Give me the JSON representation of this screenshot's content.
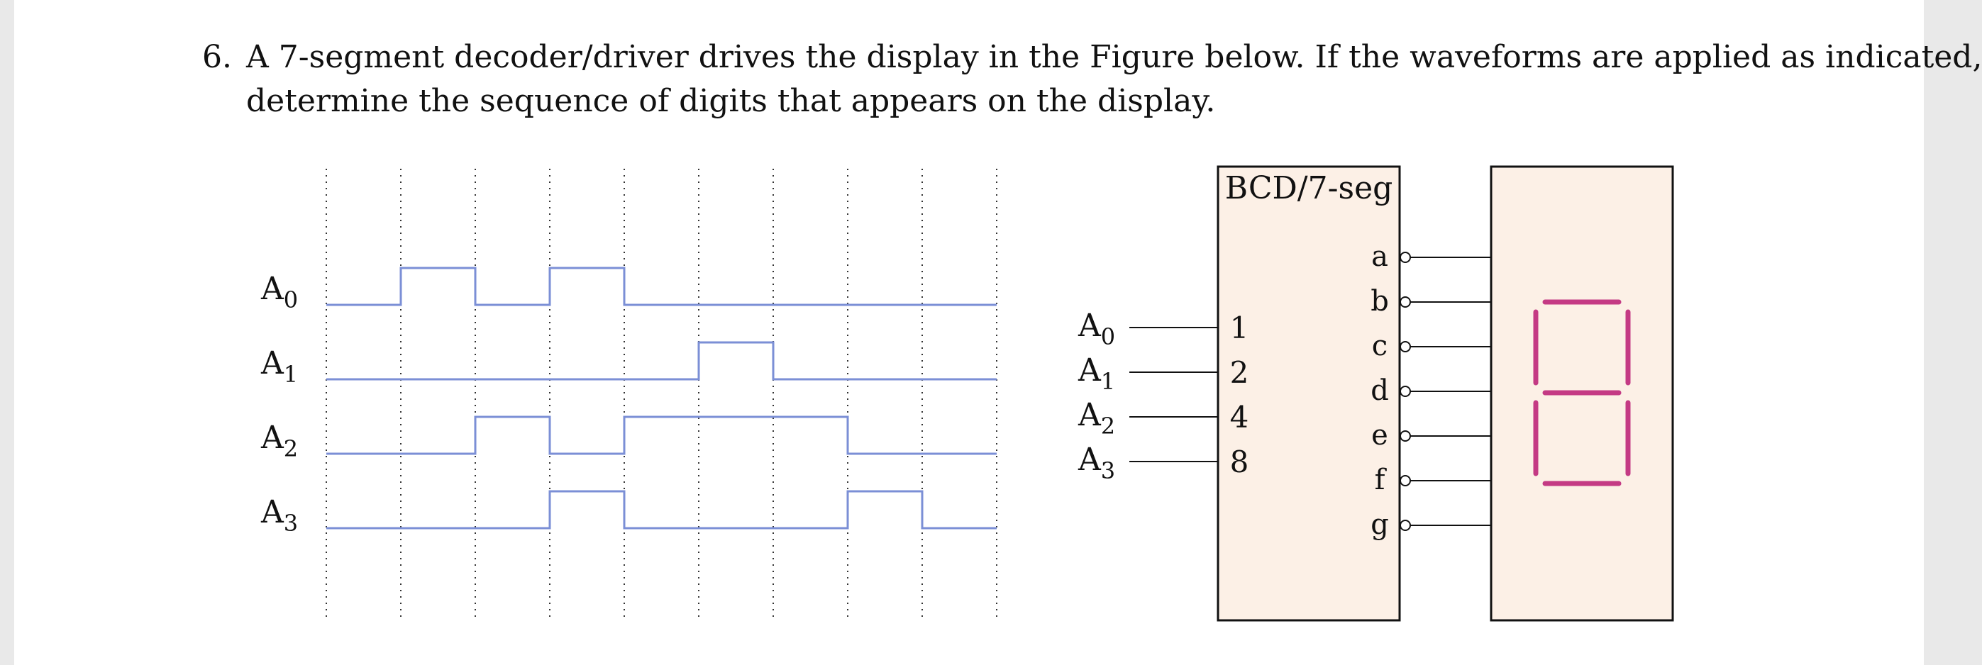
{
  "question": {
    "number": "6.",
    "line1": "A 7-segment decoder/driver drives the display in the Figure below. If the waveforms are applied as indicated,",
    "line2": "determine the sequence of digits that appears on the display."
  },
  "timing_diagram": {
    "signals": [
      {
        "name": "A",
        "sub": "0",
        "levels": [
          0,
          1,
          0,
          1,
          0,
          0,
          0,
          0,
          0
        ]
      },
      {
        "name": "A",
        "sub": "1",
        "levels": [
          0,
          0,
          0,
          0,
          0,
          1,
          0,
          0,
          0
        ]
      },
      {
        "name": "A",
        "sub": "2",
        "levels": [
          0,
          0,
          1,
          0,
          1,
          1,
          1,
          0,
          0
        ]
      },
      {
        "name": "A",
        "sub": "3",
        "levels": [
          0,
          0,
          0,
          1,
          0,
          0,
          0,
          1,
          0
        ]
      }
    ],
    "time_slots": 9,
    "waveform_color": "#7b8fd6"
  },
  "decoder": {
    "title": "BCD/7-seg",
    "inputs": [
      {
        "name": "A",
        "sub": "0",
        "weight": "1"
      },
      {
        "name": "A",
        "sub": "1",
        "weight": "2"
      },
      {
        "name": "A",
        "sub": "2",
        "weight": "4"
      },
      {
        "name": "A",
        "sub": "3",
        "weight": "8"
      }
    ],
    "outputs": [
      "a",
      "b",
      "c",
      "d",
      "e",
      "f",
      "g"
    ],
    "fill_color": "#fcf0e6"
  },
  "display": {
    "segment_color": "#c43a84",
    "fill_color": "#fcf0e6"
  }
}
